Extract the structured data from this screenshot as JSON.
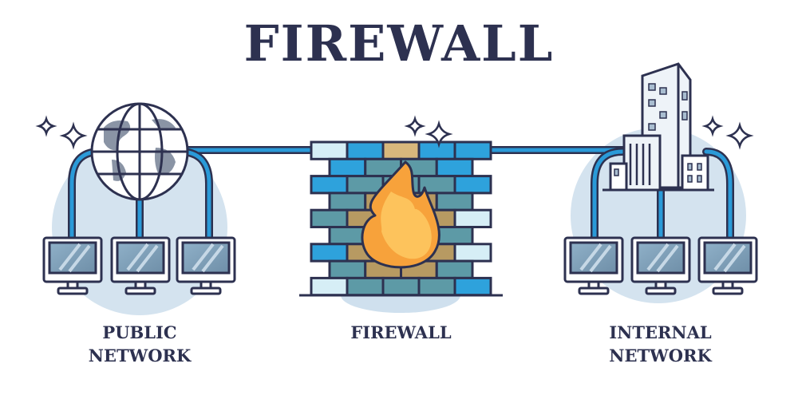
{
  "title": "FIREWALL",
  "labels": {
    "public_line1": "PUBLIC",
    "public_line2": "NETWORK",
    "firewall": "FIREWALL",
    "internal_line1": "INTERNAL",
    "internal_line2": "NETWORK"
  },
  "colors": {
    "ink": "#2d3150",
    "pipe": "#2a9ad8",
    "backdrop": "#cfe0ee",
    "flame": "#f7a23b",
    "flame_inner": "#fdc35c",
    "brick_blue": "#2ea2dc",
    "brick_teal": "#5d9aa6"
  },
  "icons": [
    "globe-icon",
    "firewall-wall-icon",
    "flame-icon",
    "building-icon",
    "monitor-icon",
    "sparkle-icon"
  ]
}
